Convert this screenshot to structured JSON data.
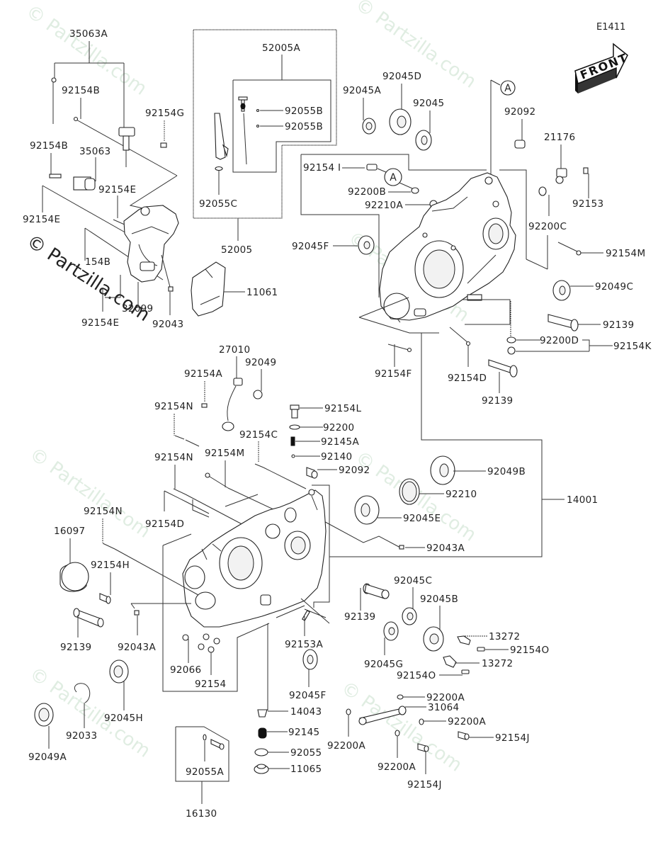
{
  "diagram": {
    "code": "E1411",
    "front_label": "FRONT",
    "ref_marker": "A",
    "watermark": "© Partzilla.com"
  },
  "labels": {
    "p35063A": "35063A",
    "p92154B_1": "92154B",
    "p92154G": "92154G",
    "p92154B_2": "92154B",
    "p35063": "35063",
    "p92154E_1": "92154E",
    "p92154E_2": "92154E",
    "p92154B_3": "154B",
    "p32099": "32099",
    "p92043": "92043",
    "p92154E_3": "92154E",
    "p52005A": "52005A",
    "p92055B_1": "92055B",
    "p92055B_2": "92055B",
    "p92055C": "92055C",
    "p52005": "52005",
    "p11061": "11061",
    "p92045A": "92045A",
    "p92045D": "92045D",
    "p92045": "92045",
    "p92154I": "92154 I",
    "p92200B": "92200B",
    "p92210A": "92210A",
    "p92045F_1": "92045F",
    "p92092_1": "92092",
    "p21176": "21176",
    "p92153": "92153",
    "p92200C": "92200C",
    "p92154M_1": "92154M",
    "p92049C": "92049C",
    "p92139_1": "92139",
    "p92200D": "92200D",
    "p92154K": "92154K",
    "p92154F": "92154F",
    "p92154D_1": "92154D",
    "p92139_2": "92139",
    "p27010": "27010",
    "p92049": "92049",
    "p92154A": "92154A",
    "p92154N_1": "92154N",
    "p92154L": "92154L",
    "p92200": "92200",
    "p92154C": "92154C",
    "p92145A": "92145A",
    "p92140": "92140",
    "p92154N_2": "92154N",
    "p92154M_2": "92154M",
    "p92092_2": "92092",
    "p92049B": "92049B",
    "p92210": "92210",
    "p92154D_2": "92154D",
    "p14001": "14001",
    "p92045E": "92045E",
    "p92043A_1": "92043A",
    "p92154N_3": "92154N",
    "p16097": "16097",
    "p92154H": "92154H",
    "p92139_3": "92139",
    "p92043A_2": "92043A",
    "p92066": "92066",
    "p92154": "92154",
    "p92153A": "92153A",
    "p92045F_2": "92045F",
    "p92139_4": "92139",
    "p92045C": "92045C",
    "p92045B": "92045B",
    "p92045G": "92045G",
    "p13272_1": "13272",
    "p92154O_1": "92154O",
    "p13272_2": "13272",
    "p92154O_2": "92154O",
    "p92045H": "92045H",
    "p92033": "92033",
    "p92049A": "92049A",
    "p14043": "14043",
    "p92145": "92145",
    "p92055": "92055",
    "p11065": "11065",
    "p92055A": "92055A",
    "p16130": "16130",
    "p92200A_1": "92200A",
    "p31064": "31064",
    "p92200A_2": "92200A",
    "p92200A_3": "92200A",
    "p92154J_1": "92154J",
    "p92200A_4": "92200A",
    "p92154J_2": "92154J"
  }
}
